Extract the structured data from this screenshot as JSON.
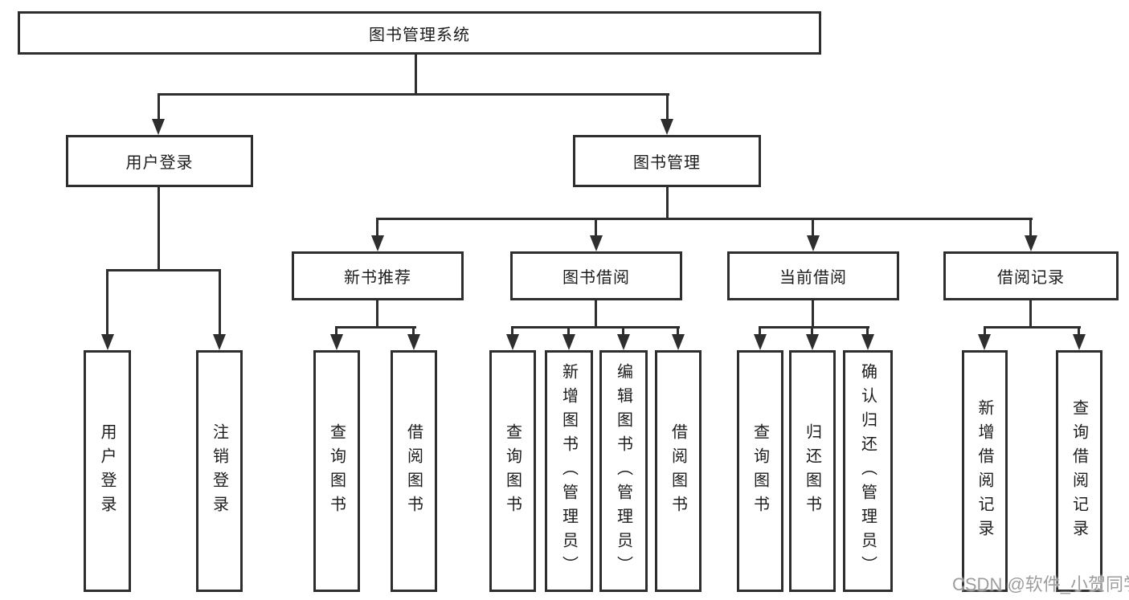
{
  "tree": {
    "label": "图书管理系统",
    "children": [
      {
        "label": "用户登录",
        "children": [
          {
            "label": "用户登录"
          },
          {
            "label": "注销登录"
          }
        ]
      },
      {
        "label": "图书管理",
        "children": [
          {
            "label": "新书推荐",
            "children": [
              {
                "label": "查询图书"
              },
              {
                "label": "借阅图书"
              }
            ]
          },
          {
            "label": "图书借阅",
            "children": [
              {
                "label": "查询图书"
              },
              {
                "label": "新增图书（管理员）"
              },
              {
                "label": "编辑图书（管理员）"
              },
              {
                "label": "借阅图书"
              }
            ]
          },
          {
            "label": "当前借阅",
            "children": [
              {
                "label": "查询图书"
              },
              {
                "label": "归还图书"
              },
              {
                "label": "确认归还（管理员）"
              }
            ]
          },
          {
            "label": "借阅记录",
            "children": [
              {
                "label": "新增借阅记录"
              },
              {
                "label": "查询借阅记录"
              }
            ]
          }
        ]
      }
    ]
  },
  "watermark": {
    "text": "CSDN @软件_小贺同学"
  },
  "colors": {
    "line": "#2e2e2e",
    "box_border": "#2e2e2e",
    "text": "#1c1c1c",
    "watermark": "#9d9d9d",
    "background": "#ffffff"
  }
}
